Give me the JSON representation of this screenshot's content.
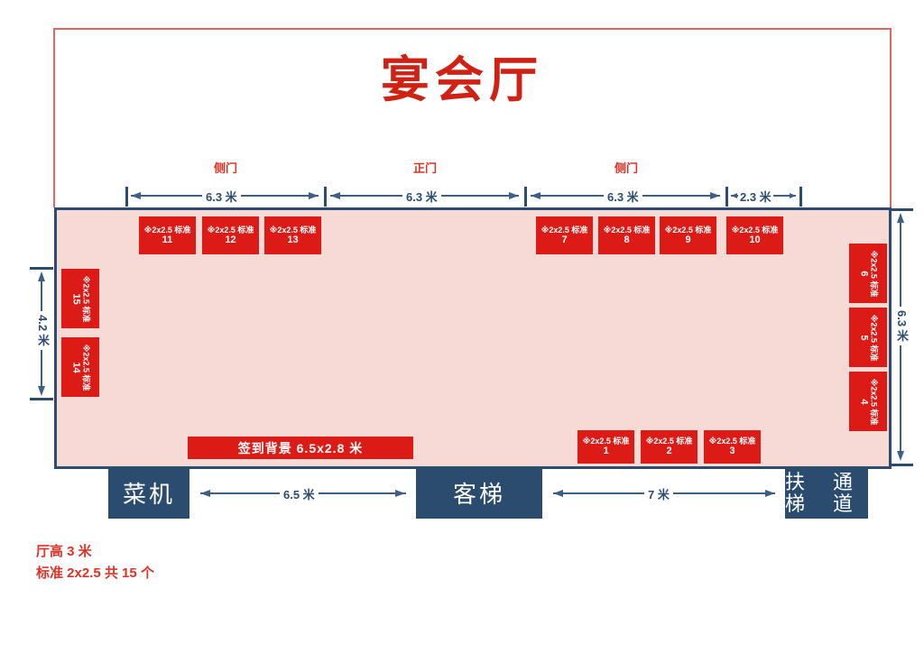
{
  "plan": {
    "title": "宴会厅",
    "hall_height_note": "厅高 3 米",
    "booth_count_note": "标准 2x2.5 共 15 个",
    "booth_type_label": "※2x2.5 标准",
    "backdrop_label": "签到背景 6.5x2.8 米",
    "colors": {
      "booth_red": "#dc1b17",
      "title_red": "#cf2114",
      "floor_pink": "#f7d9d6",
      "outline_red": "#e0675f",
      "facility_blue": "#2b4b6f",
      "dimension_blue": "#3d5f85"
    }
  },
  "top_doors": [
    {
      "label": "侧门"
    },
    {
      "label": "正门"
    },
    {
      "label": "侧门"
    }
  ],
  "top_dimensions": [
    {
      "value": "6.3 米"
    },
    {
      "value": "6.3 米"
    },
    {
      "value": "6.3 米"
    },
    {
      "value": "2.3 米"
    }
  ],
  "side_dimensions": {
    "left": "4.2 米",
    "right": "6.3 米"
  },
  "bottom_dimensions": [
    {
      "value": "6.5 米"
    },
    {
      "value": "7 米"
    }
  ],
  "facilities": [
    {
      "name": "菜机"
    },
    {
      "name": "客梯"
    },
    {
      "name": "扶梯",
      "name2": "通道"
    }
  ],
  "booths": {
    "top_left_group": [
      {
        "type": "※2x2.5 标准",
        "number": "11"
      },
      {
        "type": "※2x2.5 标准",
        "number": "12"
      },
      {
        "type": "※2x2.5 标准",
        "number": "13"
      }
    ],
    "top_right_group": [
      {
        "type": "※2x2.5 标准",
        "number": "7"
      },
      {
        "type": "※2x2.5 标准",
        "number": "8"
      },
      {
        "type": "※2x2.5 标准",
        "number": "9"
      },
      {
        "type": "※2x2.5 标准",
        "number": "10"
      }
    ],
    "left_column": [
      {
        "type": "※2x2.5 标准",
        "number": "15"
      },
      {
        "type": "※2x2.5 标准",
        "number": "14"
      }
    ],
    "right_column": [
      {
        "type": "※2x2.5 标准",
        "number": "6"
      },
      {
        "type": "※2x2.5 标准",
        "number": "5"
      },
      {
        "type": "※2x2.5 标准",
        "number": "4"
      }
    ],
    "bottom_group": [
      {
        "type": "※2x2.5 标准",
        "number": "1"
      },
      {
        "type": "※2x2.5 标准",
        "number": "2"
      },
      {
        "type": "※2x2.5 标准",
        "number": "3"
      }
    ]
  }
}
